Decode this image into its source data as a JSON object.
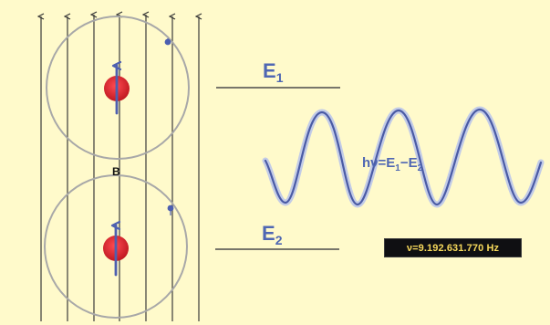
{
  "diagram": {
    "field_label": "B",
    "levels": {
      "upper": {
        "main": "E",
        "subscript": "1"
      },
      "lower": {
        "main": "E",
        "subscript": "2"
      }
    },
    "formula": {
      "prefix": "hν=E",
      "subscript_a": "1",
      "middle": "−E",
      "subscript_b": "2"
    },
    "frequency": "ν=9.192.631.770 Hz"
  },
  "colors": {
    "background": "#fffacb",
    "field_lines": "#3b3b3b",
    "orbit": "#a8a8a8",
    "nucleus": "#d8242d",
    "spin": "#4d5fb0",
    "label_blue": "#4f67b3",
    "wave_fill": "#c2cbe7",
    "wave_stroke": "#4a5ba5"
  },
  "icons": {
    "nucleus_top": "nucleus-spin-up-icon",
    "nucleus_bottom": "nucleus-spin-up-icon",
    "electron_top": "electron-dot-icon",
    "electron_bottom": "electron-dot-icon"
  }
}
